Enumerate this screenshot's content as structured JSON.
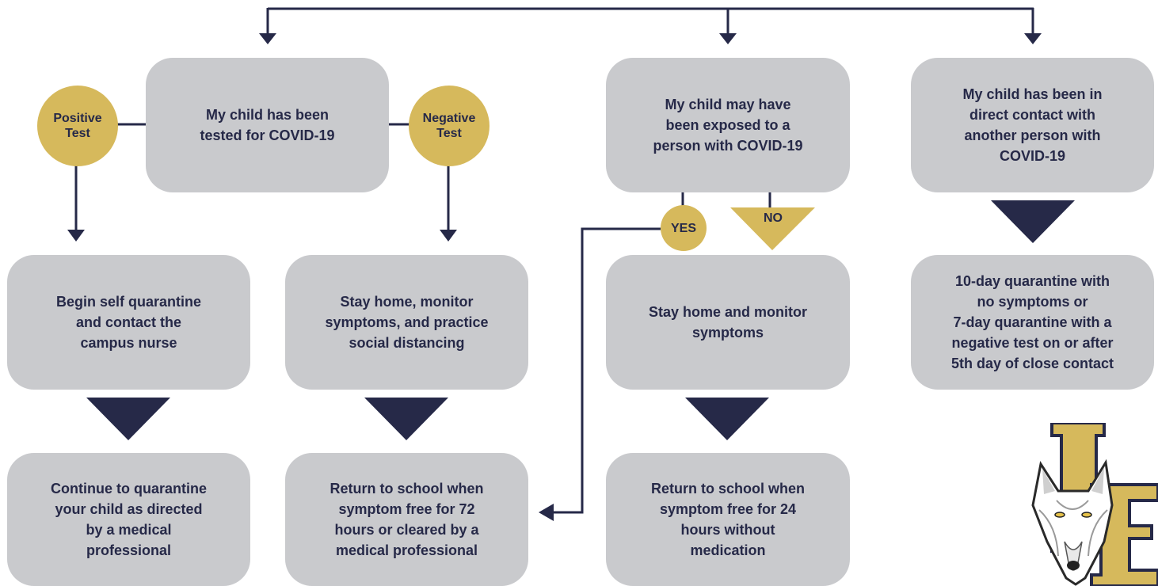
{
  "colors": {
    "navy": "#262948",
    "box_gray": "#c9cacd",
    "gold": "#d6b95c",
    "text": "#262948"
  },
  "nodes": {
    "tested": "My child has been\ntested for COVID-19",
    "exposed": "My child may have\nbeen exposed to a\nperson with COVID-19",
    "direct_contact": "My child has been in\ndirect contact with\nanother person with\nCOVID-19",
    "self_quarantine": "Begin self quarantine\nand contact the\ncampus nurse",
    "stay_home_distancing": "Stay home, monitor\nsymptoms, and practice\nsocial distancing",
    "stay_home_monitor": "Stay home and monitor\nsymptoms",
    "quarantine_options": "10-day quarantine with\nno symptoms or\n7-day quarantine with a\nnegative test on or after\n5th day of close contact",
    "continue_quarantine": "Continue to quarantine\nyour child as directed\nby a medical\nprofessional",
    "return_72": "Return to school when\nsymptom free for 72\nhours or cleared by a\nmedical professional",
    "return_24": "Return to school when\nsymptom free for 24\nhours without\nmedication"
  },
  "badges": {
    "positive": "Positive\nTest",
    "negative": "Negative\nTest",
    "yes": "YES",
    "no": "NO"
  },
  "logo": {
    "letters": "LE",
    "icon": "wolf-mascot-icon"
  }
}
